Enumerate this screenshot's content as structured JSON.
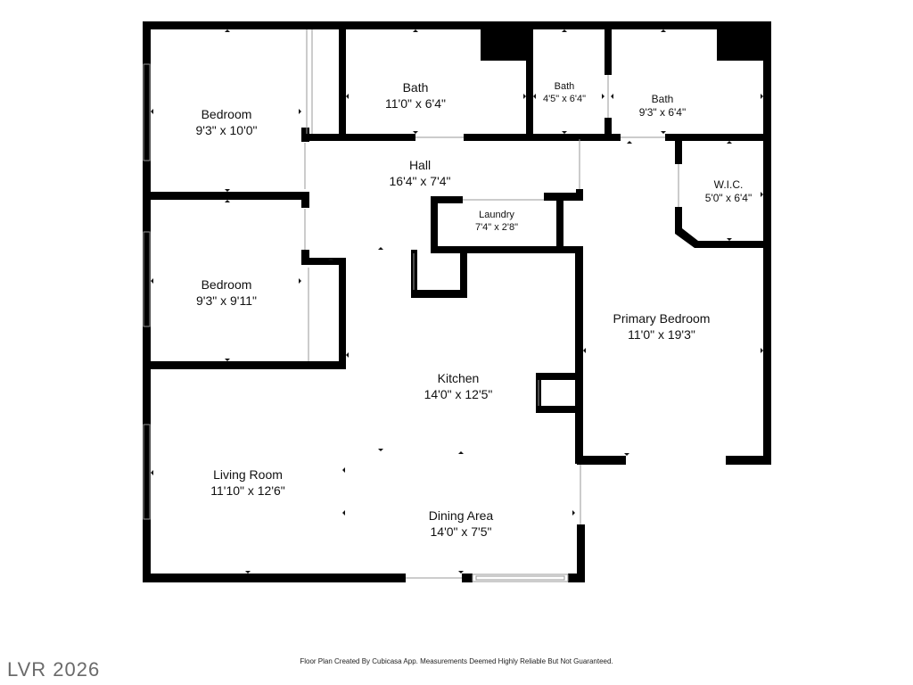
{
  "rooms": {
    "bedroom1": {
      "name": "Bedroom",
      "dims": "9'3\" x 10'0\""
    },
    "bath1": {
      "name": "Bath",
      "dims": "11'0\" x 6'4\""
    },
    "bath2": {
      "name": "Bath",
      "dims": "4'5\" x 6'4\""
    },
    "bath3": {
      "name": "Bath",
      "dims": "9'3\" x 6'4\""
    },
    "hall": {
      "name": "Hall",
      "dims": "16'4\" x 7'4\""
    },
    "laundry": {
      "name": "Laundry",
      "dims": "7'4\" x 2'8\""
    },
    "wic": {
      "name": "W.I.C.",
      "dims": "5'0\" x 6'4\""
    },
    "bedroom2": {
      "name": "Bedroom",
      "dims": "9'3\" x 9'11\""
    },
    "primary": {
      "name": "Primary Bedroom",
      "dims": "11'0\" x 19'3\""
    },
    "kitchen": {
      "name": "Kitchen",
      "dims": "14'0\" x 12'5\""
    },
    "living": {
      "name": "Living Room",
      "dims": "11'10\" x 12'6\""
    },
    "dining": {
      "name": "Dining Area",
      "dims": "14'0\" x 7'5\""
    }
  },
  "footer_note": "Floor Plan Created By Cubicasa App. Measurements Deemed Highly Reliable But Not Guaranteed.",
  "watermark": "LVR 2026"
}
